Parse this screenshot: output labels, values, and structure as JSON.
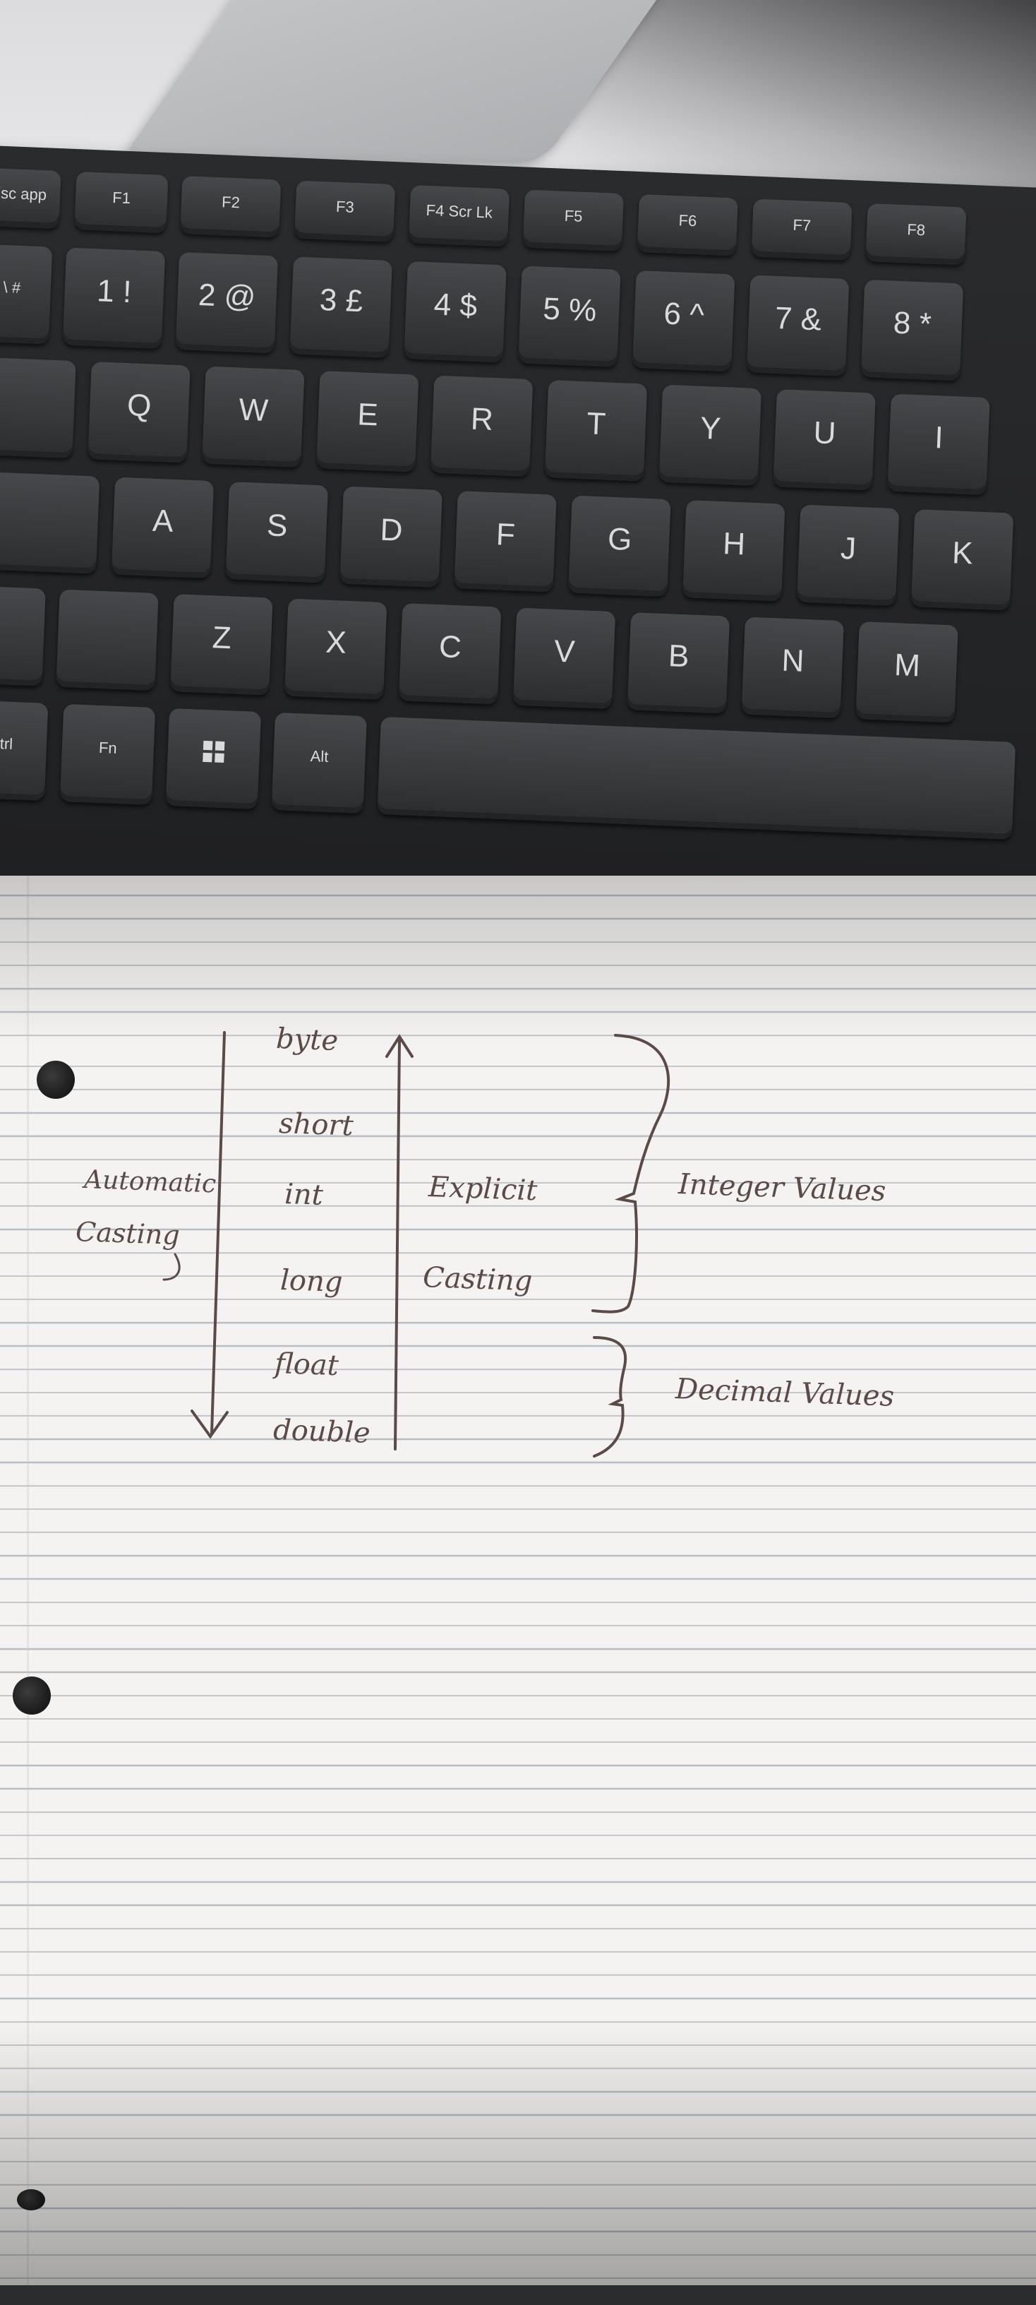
{
  "keyboard": {
    "fn_row": [
      "Esc app",
      "F1",
      "F2",
      "F3",
      "F4 Scr Lk",
      "F5",
      "F6",
      "F7",
      "F8"
    ],
    "number_row": [
      "\\ #",
      "1 !",
      "2 @",
      "3 £",
      "4 $",
      "5 %",
      "6 ^",
      "7 &",
      "8 *"
    ],
    "top_row": [
      "Q",
      "W",
      "E",
      "R",
      "T",
      "Y",
      "U",
      "I"
    ],
    "home_row": [
      "A",
      "S",
      "D",
      "F",
      "G",
      "H",
      "J",
      "K"
    ],
    "bottom_row": [
      "Z",
      "X",
      "C",
      "V",
      "B",
      "N",
      "M"
    ],
    "mod_row": [
      "Ctrl",
      "Fn",
      "Win",
      "Alt"
    ]
  },
  "notes": {
    "types": [
      "byte",
      "short",
      "int",
      "long",
      "float",
      "double"
    ],
    "left_label": [
      "Automatic",
      "Casting"
    ],
    "middle_label": [
      "Explicit",
      "Casting"
    ],
    "integer_label": "Integer Values",
    "decimal_label": "Decimal Values"
  },
  "colors": {
    "ink": "#5a4a48",
    "paper": "#f4f3f1",
    "rule_line": "#b9bdc2",
    "keycap": "#3a3c3f"
  }
}
